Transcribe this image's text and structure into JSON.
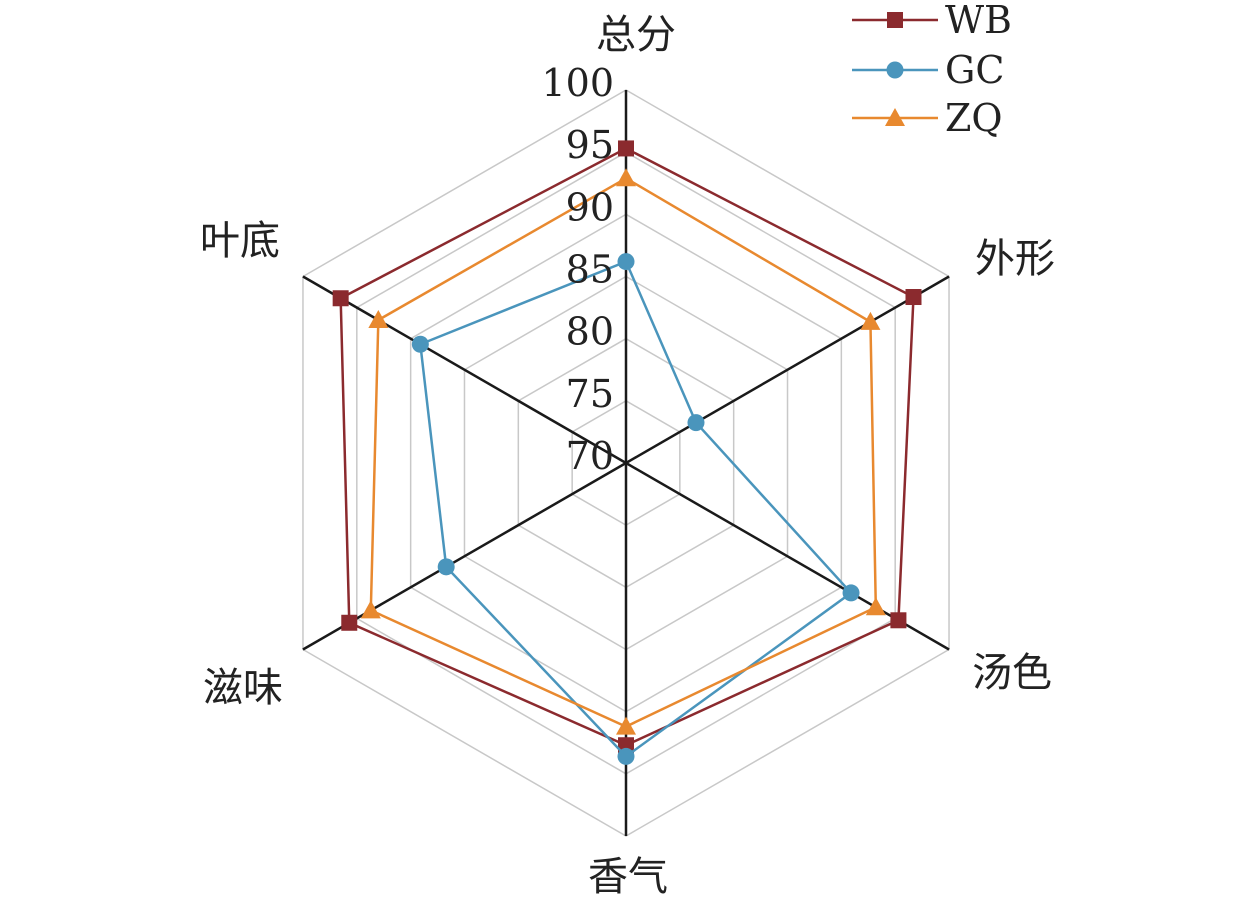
{
  "chart_data": {
    "type": "radar",
    "title": "",
    "categories": [
      "总分",
      "外形",
      "汤色",
      "香气",
      "滋味",
      "叶底"
    ],
    "range": [
      70,
      100
    ],
    "ticks": [
      70,
      75,
      80,
      85,
      90,
      95,
      100
    ],
    "tick_labels": [
      "70",
      "75",
      "80",
      "85",
      "90",
      "95",
      "100"
    ],
    "grid": true,
    "legend_position": "top-right",
    "series": [
      {
        "name": "WB",
        "color": "#8B2A2E",
        "marker": "square",
        "values": [
          95.3,
          96.7,
          95.3,
          92.7,
          95.7,
          96.5
        ]
      },
      {
        "name": "GC",
        "color": "#4A95BC",
        "marker": "circle",
        "values": [
          86.2,
          76.5,
          90.9,
          93.6,
          86.7,
          89.1
        ]
      },
      {
        "name": "ZQ",
        "color": "#E8892F",
        "marker": "triangle",
        "values": [
          92.9,
          92.7,
          93.2,
          91.2,
          93.7,
          93.0
        ]
      }
    ]
  }
}
